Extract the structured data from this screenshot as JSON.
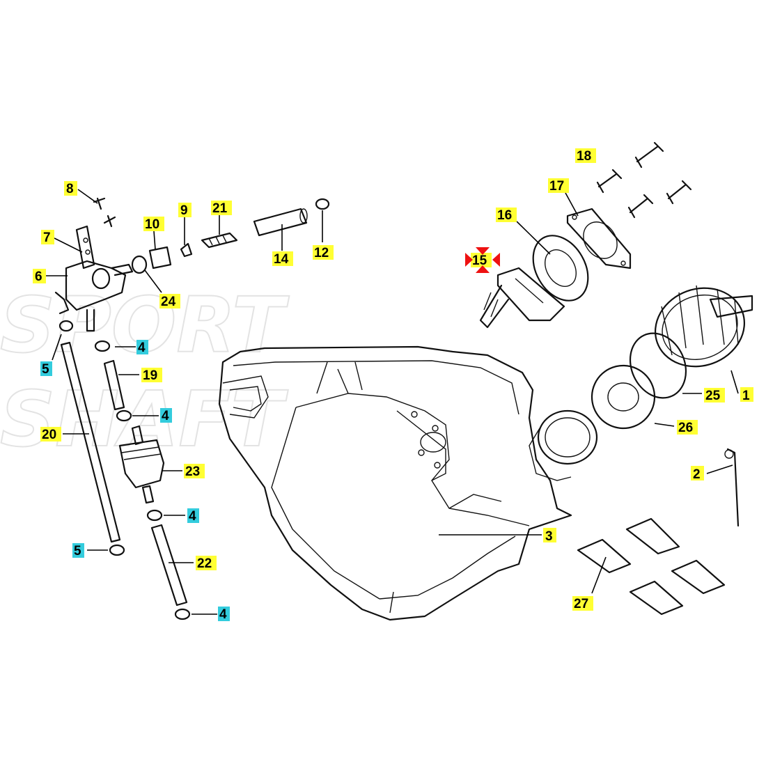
{
  "watermark": {
    "line1": "SPORT",
    "line2": "SHAFT"
  },
  "colors": {
    "yellow_tag": "#ffff33",
    "cyan_tag": "#33ccdd",
    "highlight_marker": "#ee1111"
  },
  "callouts": {
    "c1": "1",
    "c2": "2",
    "c3": "3",
    "c4a": "4",
    "c4b": "4",
    "c4c": "4",
    "c4d": "4",
    "c5a": "5",
    "c5b": "5",
    "c6": "6",
    "c7": "7",
    "c8": "8",
    "c9": "9",
    "c10": "10",
    "c12": "12",
    "c14": "14",
    "c15": "15",
    "c16": "16",
    "c17": "17",
    "c18": "18",
    "c19": "19",
    "c20": "20",
    "c21": "21",
    "c22": "22",
    "c23": "23",
    "c24": "24",
    "c25": "25",
    "c26": "26",
    "c27": "27"
  }
}
